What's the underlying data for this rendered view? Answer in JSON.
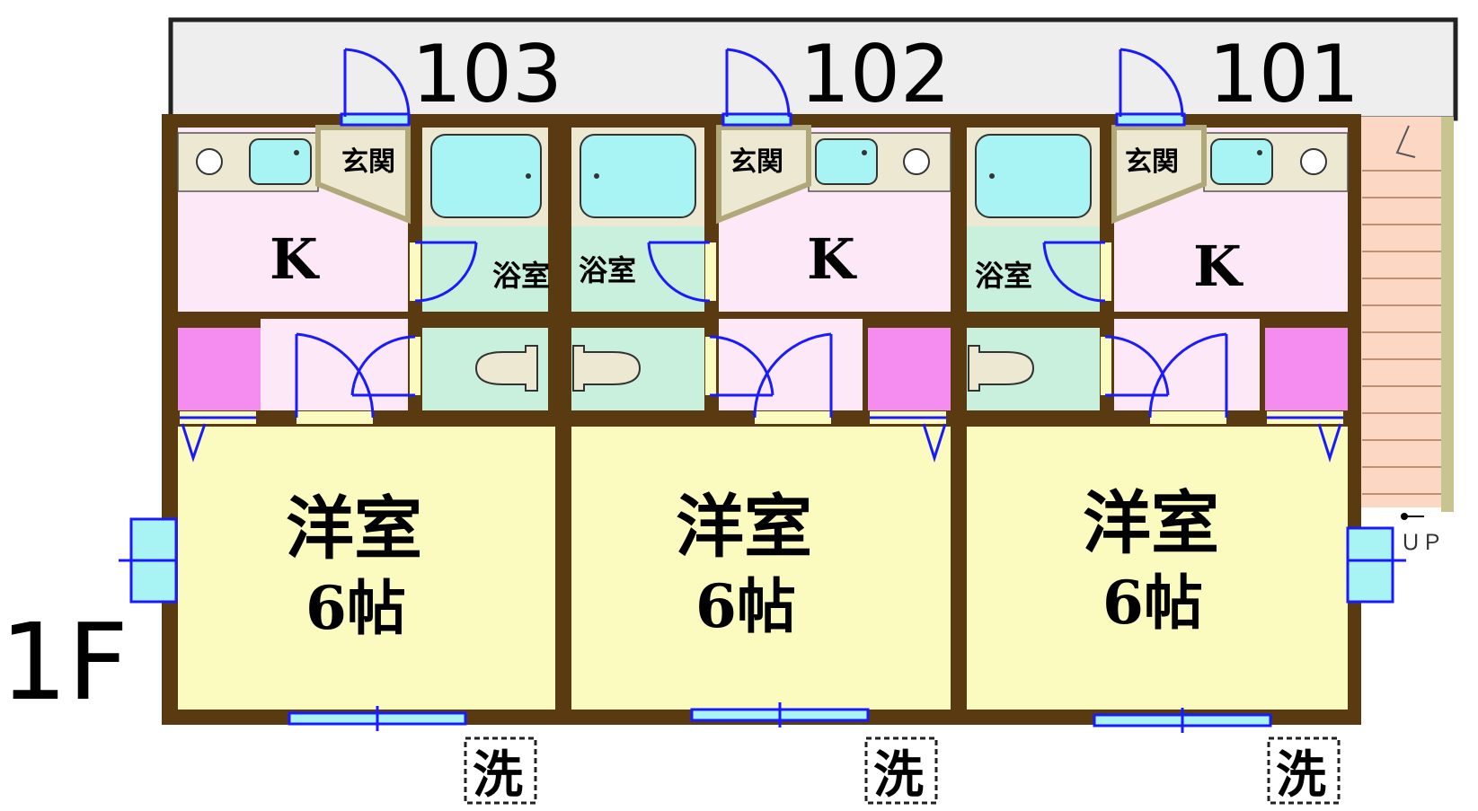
{
  "floor_label": "1F",
  "units": [
    {
      "number": "103",
      "genkan": "玄関",
      "kitchen": "K",
      "bath": "浴室",
      "room": "洋室",
      "size": "6帖",
      "washer": "洗"
    },
    {
      "number": "102",
      "genkan": "玄関",
      "kitchen": "K",
      "bath": "浴室",
      "room": "洋室",
      "size": "6帖",
      "washer": "洗"
    },
    {
      "number": "101",
      "genkan": "玄関",
      "kitchen": "K",
      "bath": "浴室",
      "room": "洋室",
      "size": "6帖",
      "washer": "洗"
    }
  ],
  "stairs_label": "ＵＰ",
  "colors": {
    "wall": "#5a3a10",
    "corridor": "#eeeeee",
    "kitchen": "#fde8f8",
    "room": "#fbfbbf",
    "bath": "#c9f0dc",
    "fixture": "#a8f4f4",
    "closet": "#f58cf0",
    "genkan": "#ede8d2",
    "stairs": "#fcd8c4",
    "door": "#1a1aff"
  }
}
